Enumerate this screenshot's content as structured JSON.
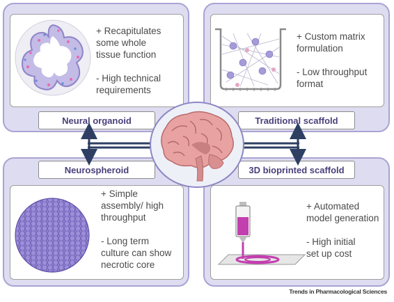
{
  "panels": {
    "neural_organoid": {
      "label": "Neural organoid",
      "text": "+ Recapitulates\nsome whole\ntissue function\n\n- High technical\nrequirements"
    },
    "traditional_scaffold": {
      "label": "Traditional scaffold",
      "text": "+ Custom matrix\nformulation\n\n- Low throughput\nformat"
    },
    "neurospheroid": {
      "label": "Neurospheroid",
      "text": "+ Simple\nassembly/ high\nthroughput\n\n- Long term\nculture can show\nnecrotic core"
    },
    "bioprinted_scaffold": {
      "label": "3D bioprinted scaffold",
      "text": "+ Automated\nmodel generation\n\n- High initial\nset up cost"
    }
  },
  "footer": {
    "credit": "Trends in Pharmacological Sciences"
  },
  "colors": {
    "panel_fill": "#dedcf0",
    "panel_border": "#a9a3d3",
    "label_text": "#4a3f7a",
    "arrow": "#2e3f63"
  }
}
